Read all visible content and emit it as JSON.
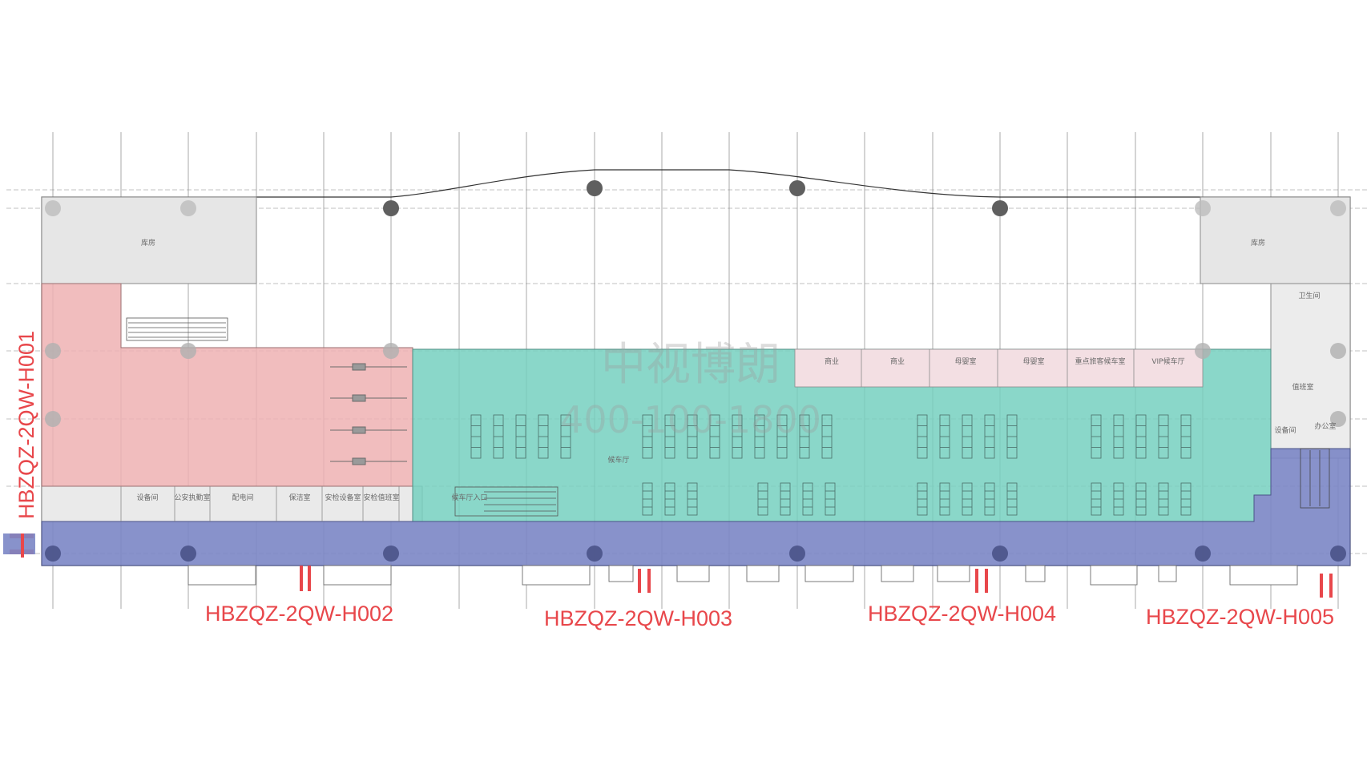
{
  "floor_plan": {
    "watermark": {
      "brand": "中视博朗",
      "phone": "400-100-1800"
    },
    "markers": [
      {
        "id": "HBZQZ-2QW-H001"
      },
      {
        "id": "HBZQZ-2QW-H002"
      },
      {
        "id": "HBZQZ-2QW-H003"
      },
      {
        "id": "HBZQZ-2QW-H004"
      },
      {
        "id": "HBZQZ-2QW-H005"
      }
    ],
    "rooms": {
      "left_top": "库房",
      "right_top": "库房",
      "waiting_hall": "候车厅",
      "waiting_hall_entry": "候车厅入口",
      "right_rooms": [
        "商业",
        "商业",
        "母婴室",
        "母婴室",
        "重点旅客候车室",
        "VIP候车厅"
      ],
      "bottom_left_rooms": [
        "设备间",
        "公安执勤室",
        "配电间",
        "保洁室",
        "安检设备室",
        "安检值班室"
      ],
      "right_side_rooms": [
        "卫生间",
        "值班室",
        "设备间",
        "办公室"
      ]
    },
    "colors": {
      "red_zone": "#eeb1b3",
      "teal_zone": "#75d0c0",
      "blue_zone": "#7b86c5",
      "marker_red": "#e8474b",
      "gray_zone": "#e3e3e3"
    }
  }
}
